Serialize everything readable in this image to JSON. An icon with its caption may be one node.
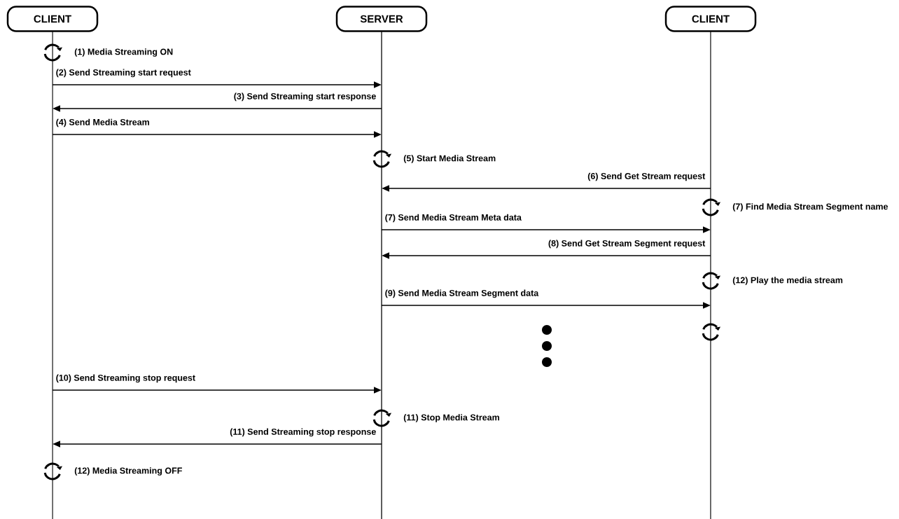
{
  "diagram": {
    "nodes": [
      {
        "text": [
          "CLIENT"
        ]
      },
      {
        "text": [
          "SERVER"
        ]
      },
      {
        "text": [
          "CLIENT"
        ]
      }
    ],
    "edges": [
      {
        "from": 0,
        "to": 1,
        "arrow": "to",
        "label": "(2) Send Streaming start request"
      },
      {
        "from": 1,
        "to": 0,
        "arrow": "to",
        "label": "(3) Send Streaming start response"
      },
      {
        "from": 0,
        "to": 1,
        "arrow": "to",
        "label": "(4) Send Media Stream"
      },
      {
        "from": 2,
        "to": 1,
        "arrow": "to",
        "label": "(6) Send Get Stream request"
      },
      {
        "from": 1,
        "to": 2,
        "arrow": "to",
        "label": "(7) Send Media Stream Meta data"
      },
      {
        "from": 2,
        "to": 1,
        "arrow": "to",
        "label": "(8) Send Get Stream Segment request"
      },
      {
        "from": 1,
        "to": 2,
        "arrow": "to",
        "label": "(9) Send Media Stream Segment data"
      },
      {
        "from": 0,
        "to": 1,
        "arrow": "to",
        "label": "(10) Send Streaming stop request"
      },
      {
        "from": 1,
        "to": 0,
        "arrow": "to",
        "label": "(11) Send Streaming stop response"
      }
    ],
    "labels": [
      "(1) Media Streaming ON",
      "(5) Start Media Stream",
      "(7) Find Media Stream Segment name",
      "(12) Play the media stream",
      "(11) Stop Media Stream",
      "(12) Media Streaming OFF"
    ]
  }
}
